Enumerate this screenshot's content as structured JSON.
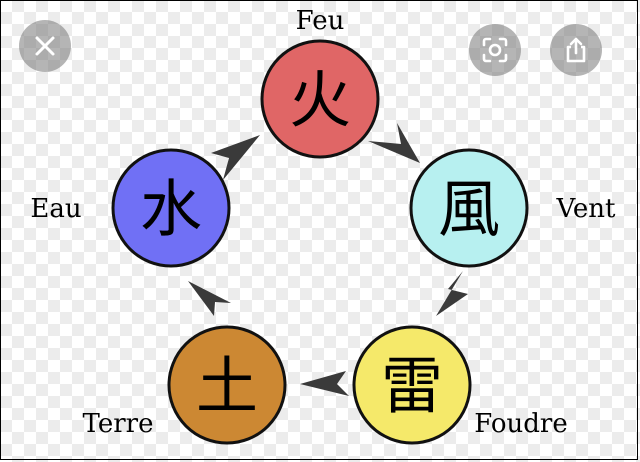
{
  "diagram": {
    "nodes": [
      {
        "id": "fire",
        "kanji": "火",
        "label": "Feu",
        "color": "#e06666"
      },
      {
        "id": "wind",
        "kanji": "風",
        "label": "Vent",
        "color": "#b7f0f0"
      },
      {
        "id": "lightning",
        "kanji": "雷",
        "label": "Foudre",
        "color": "#f5e96a"
      },
      {
        "id": "earth",
        "kanji": "土",
        "label": "Terre",
        "color": "#cc8833"
      },
      {
        "id": "water",
        "kanji": "水",
        "label": "Eau",
        "color": "#7070f5"
      }
    ],
    "arrow_color": "#3a3a3a"
  },
  "controls": {
    "close": "close-icon",
    "lens": "lens-scan-icon",
    "share": "share-icon"
  }
}
